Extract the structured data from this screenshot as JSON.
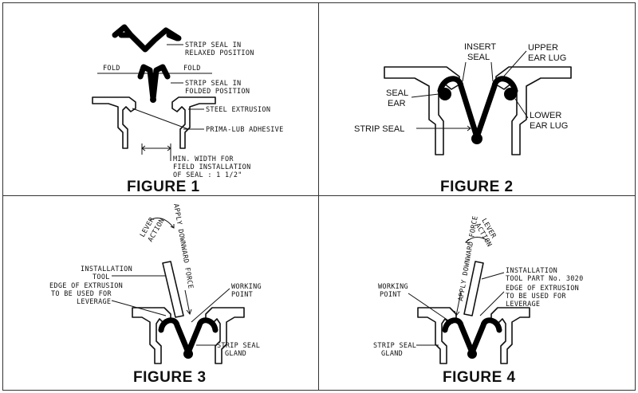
{
  "figures": [
    {
      "title": "FIGURE 1",
      "labels": {
        "relaxed": [
          "STRIP SEAL IN",
          "RELAXED POSITION"
        ],
        "fold_left": "FOLD",
        "fold_right": "FOLD",
        "folded": [
          "STRIP SEAL IN",
          "FOLDED POSITION"
        ],
        "extrusion": "STEEL EXTRUSION",
        "adhesive": "PRIMA-LUB ADHESIVE",
        "min_width": [
          "MIN. WIDTH FOR",
          "FIELD INSTALLATION",
          "OF SEAL : 1 1/2\""
        ]
      }
    },
    {
      "title": "FIGURE 2",
      "labels": {
        "insert": [
          "INSERT",
          "SEAL"
        ],
        "upper": [
          "UPPER",
          "EAR LUG"
        ],
        "seal_ear": [
          "SEAL",
          "EAR"
        ],
        "lower": [
          "LOWER",
          "EAR LUG"
        ],
        "strip": "STRIP SEAL"
      }
    },
    {
      "title": "FIGURE 3",
      "labels": {
        "force": "APPLY DOWNWARD FORCE",
        "lever": [
          "LEVER",
          "ACTION"
        ],
        "tool": [
          "INSTALLATION",
          "TOOL"
        ],
        "edge": [
          "EDGE OF EXTRUSION",
          "TO BE USED FOR",
          "LEVERAGE"
        ],
        "working": [
          "WORKING",
          "POINT"
        ],
        "gland": [
          "STRIP SEAL",
          "GLAND"
        ]
      }
    },
    {
      "title": "FIGURE 4",
      "labels": {
        "force": "APPLY DOWNWARD FORCE",
        "lever": [
          "LEVER",
          "ACTION"
        ],
        "tool": [
          "INSTALLATION",
          "TOOL PART No. 3020"
        ],
        "working": [
          "WORKING",
          "POINT"
        ],
        "edge": [
          "EDGE OF EXTRUSION",
          "TO BE USED FOR",
          "LEVERAGE"
        ],
        "gland": [
          "STRIP SEAL",
          "GLAND"
        ]
      }
    }
  ]
}
